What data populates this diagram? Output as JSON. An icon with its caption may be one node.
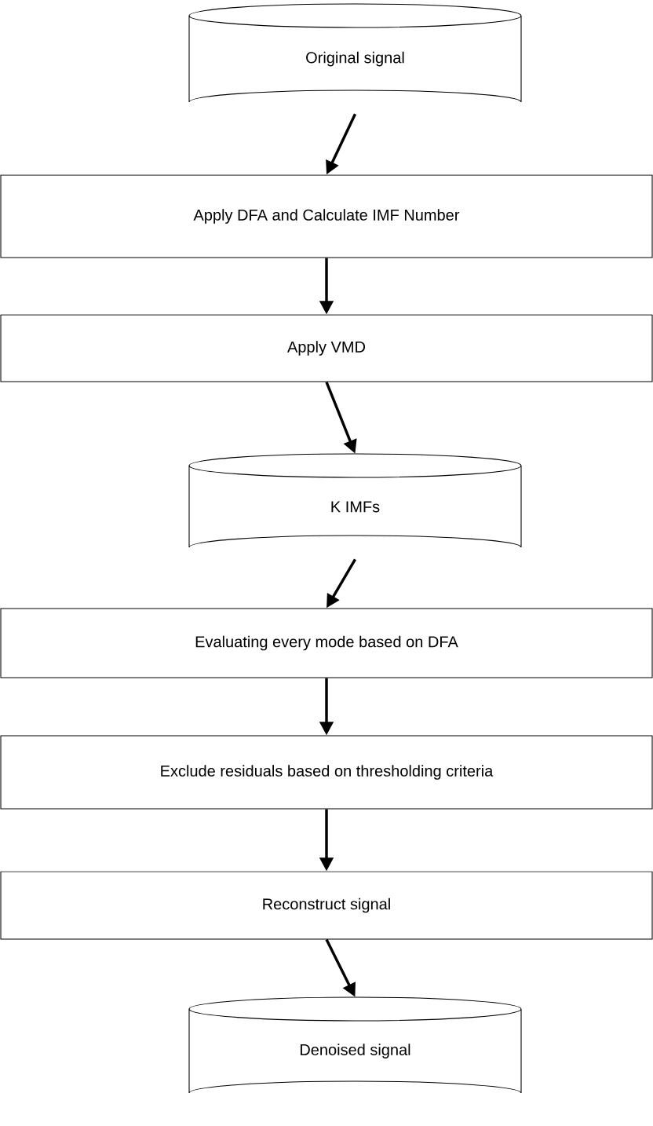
{
  "diagram": {
    "nodes": [
      {
        "text": [
          "Original signal"
        ]
      },
      {
        "text": [
          "Apply DFA and Calculate IMF Number"
        ]
      },
      {
        "text": [
          "Apply VMD"
        ]
      },
      {
        "text": [
          "K IMFs"
        ]
      },
      {
        "text": [
          "Evaluating every mode based on DFA"
        ]
      },
      {
        "text": [
          "Exclude residuals based on thresholding criteria"
        ]
      },
      {
        "text": [
          "Reconstruct signal"
        ]
      },
      {
        "text": [
          "Denoised signal"
        ]
      }
    ],
    "edges": [
      {
        "from": 0,
        "to": 1,
        "arrow": "to"
      },
      {
        "from": 1,
        "to": 2,
        "arrow": "to"
      },
      {
        "from": 2,
        "to": 3,
        "arrow": "to"
      },
      {
        "from": 3,
        "to": 4,
        "arrow": "to"
      },
      {
        "from": 4,
        "to": 5,
        "arrow": "to"
      },
      {
        "from": 5,
        "to": 6,
        "arrow": "to"
      },
      {
        "from": 6,
        "to": 7,
        "arrow": "to"
      }
    ]
  }
}
